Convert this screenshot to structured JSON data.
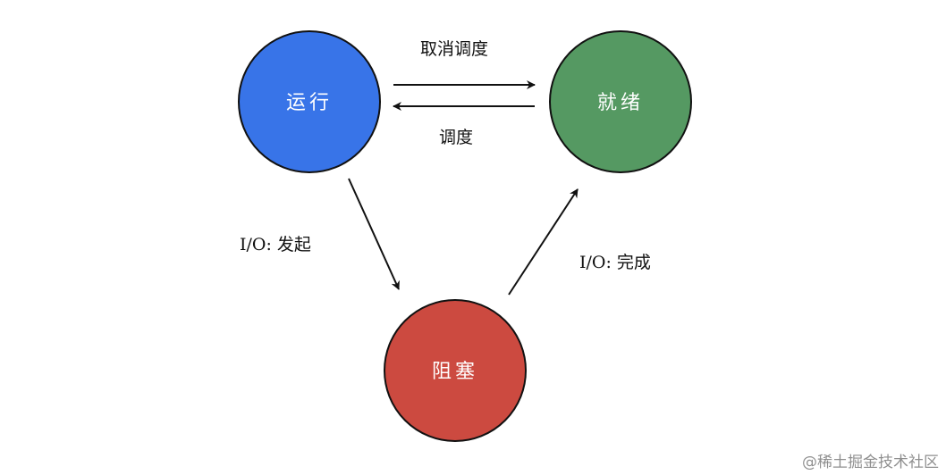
{
  "nodes": {
    "running": {
      "label": "运行",
      "color": "#3874e8"
    },
    "ready": {
      "label": "就绪",
      "color": "#559962"
    },
    "blocked": {
      "label": "阻塞",
      "color": "#cc4a40"
    }
  },
  "edges": {
    "running_to_ready": {
      "label": "取消调度"
    },
    "ready_to_running": {
      "label": "调度"
    },
    "running_to_blocked": {
      "label": "I/O: 发起"
    },
    "blocked_to_ready": {
      "label": "I/O: 完成"
    }
  },
  "watermark": "@稀土掘金技术社区"
}
